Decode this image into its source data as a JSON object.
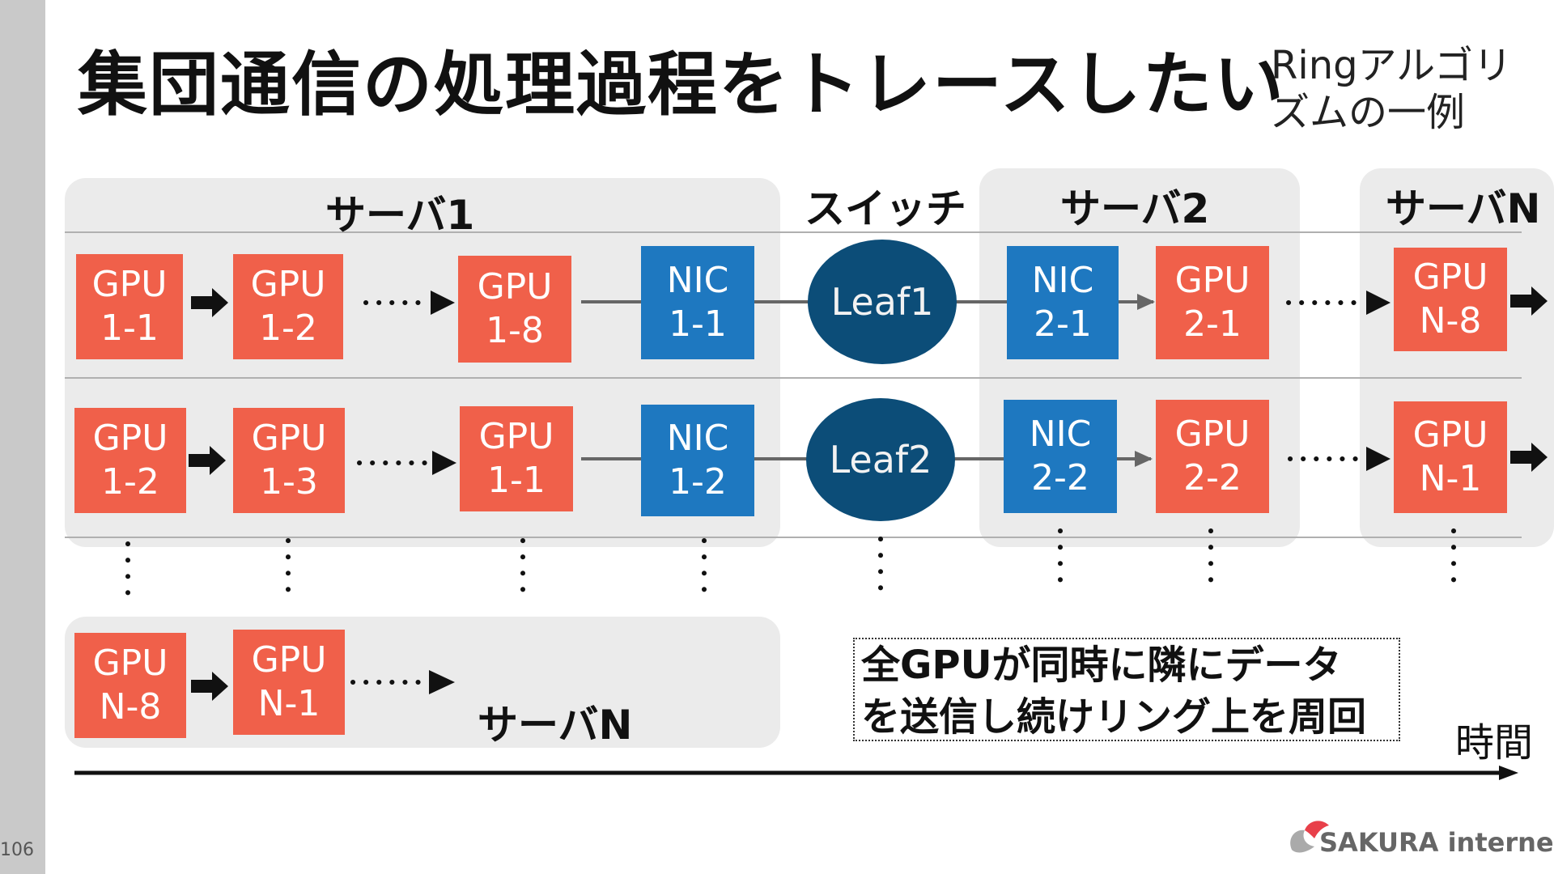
{
  "slide": {
    "page_number": "106",
    "title": "集団通信の処理過程をトレースしたい",
    "subtitle": "Ringアルゴリズムの一例",
    "note_line1": "全GPUが同時に隣にデータ",
    "note_line2": "を送信し続けリング上を周回",
    "time_label": "時間",
    "logo_text": "SAKURA internet"
  },
  "headers": {
    "server1": "サーバ1",
    "switch": "スイッチ",
    "server2": "サーバ2",
    "serverN_top": "サーバN",
    "serverN_bottom": "サーバN"
  },
  "nodes": {
    "row1": {
      "gpu_a": [
        "GPU",
        "1-1"
      ],
      "gpu_b": [
        "GPU",
        "1-2"
      ],
      "gpu_c": [
        "GPU",
        "1-8"
      ],
      "nic_s1": [
        "NIC",
        "1-1"
      ],
      "leaf": "Leaf1",
      "nic_s2": [
        "NIC",
        "2-1"
      ],
      "gpu_s2": [
        "GPU",
        "2-1"
      ],
      "gpu_sn": [
        "GPU",
        "N-8"
      ]
    },
    "row2": {
      "gpu_a": [
        "GPU",
        "1-2"
      ],
      "gpu_b": [
        "GPU",
        "1-3"
      ],
      "gpu_c": [
        "GPU",
        "1-1"
      ],
      "nic_s1": [
        "NIC",
        "1-2"
      ],
      "leaf": "Leaf2",
      "nic_s2": [
        "NIC",
        "2-2"
      ],
      "gpu_s2": [
        "GPU",
        "2-2"
      ],
      "gpu_sn": [
        "GPU",
        "N-1"
      ]
    },
    "row3": {
      "gpu_a": [
        "GPU",
        "N-8"
      ],
      "gpu_b": [
        "GPU",
        "N-1"
      ]
    }
  },
  "colors": {
    "gpu": "#f0604a",
    "nic": "#1e78c0",
    "leaf": "#0c4d78",
    "panel": "#ebebeb",
    "logo_accent": "#e8404a"
  }
}
